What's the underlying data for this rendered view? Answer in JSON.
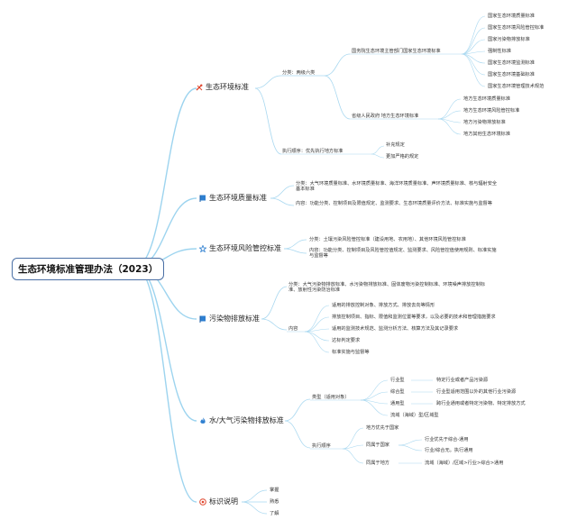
{
  "root": "生态环境标准管理办法（2023）",
  "b1": {
    "label": "生态环境标准",
    "fenlei": "分类：两级六类",
    "national": "国务院生态环境主管部门国家生态环境标准",
    "national_items": [
      "国家生态环境质量标准",
      "国家生态环境风险管控标准",
      "国家污染物排放标准",
      "强制性标准",
      "国家生态环境监测标准",
      "国家生态环境基础标准",
      "国家生态环境管理技术规范"
    ],
    "local": "省级人民政府 地方生态环境标准",
    "local_items": [
      "地方生态环境质量标准",
      "地方生态环境风险管控标准",
      "地方污染物排放标准",
      "地方其他生态环境标准"
    ],
    "order": "执行顺序：优先执行地方标准",
    "order_items": [
      "补充规定",
      "更加严格的规定"
    ]
  },
  "b2": {
    "label": "生态环境质量标准",
    "fenlei": "分类：大气环境质量标准、水环境质量标准、海洋环境质量标准、声环境质量标准、核与辐射安全基本标准",
    "neirong": "内容：功能分类、控制项目及限值规定、监测要求、生态环境质量评价方法、标准实施与监督等"
  },
  "b3": {
    "label": "生态环境风险管控标准",
    "fenlei": "分类：土壤污染风险管控标准（建设用地、农用地）、其他环境风险管控标准",
    "neirong": "内容：功能分类、控制项目及风险管控值规定、监测要求、风险管控值使用规则、标准实施与监督等"
  },
  "b4": {
    "label": "污染物排放标准",
    "fenlei": "分类：大气污染物排放标准、水污染物排放标准、固体废物污染控制标准、环境噪声排放控制标准、放射性污染防治标准",
    "neirong": "内容",
    "items": [
      "适用的排放控制对象、排放方式、排放去向等情形",
      "排放控制项目、指标、限值和监测位置等要求，以及必要的技术和管理措施要求",
      "适用的监测技术规范、监测分析方法、核算方法及其记录要求",
      "达标判定要求",
      "标准实施与监督等"
    ]
  },
  "b5": {
    "label": "水/大气污染物排放标准",
    "type": "类型（适用对象）",
    "types": [
      {
        "name": "行业型",
        "desc": "特定行业或者产品污染源"
      },
      {
        "name": "综合型",
        "desc": "行业型适用范围以外的其他行业污染源"
      },
      {
        "name": "通用型",
        "desc": "跨行业通用或者特定污染物、特定排放方式"
      },
      {
        "name": "流域（海域）型/区域型",
        "desc": ""
      }
    ],
    "order": "执行顺序",
    "order_items": [
      {
        "name": "地方优先于国家",
        "subs": []
      },
      {
        "name": "同属于国家",
        "subs": [
          "行业优先于综合-通用",
          "行业/综合无。执行通用"
        ]
      },
      {
        "name": "同属于地方",
        "subs": [
          "流域（海域）/区域>行业>综合>通用"
        ]
      }
    ]
  },
  "b6": {
    "label": "标识说明",
    "items": [
      "掌握",
      "熟悉",
      "了解"
    ]
  },
  "colors": {
    "branch_line": "#9dd4ef",
    "leaf_line": "#a9d8f0",
    "root_border": "#4a6fa5",
    "flag_blue": "#2e7fd0",
    "icon_red": "#e0452c"
  },
  "icons": [
    "tools-icon",
    "flag-icon",
    "star-icon",
    "flag-icon",
    "flame-icon",
    "badge-icon"
  ]
}
